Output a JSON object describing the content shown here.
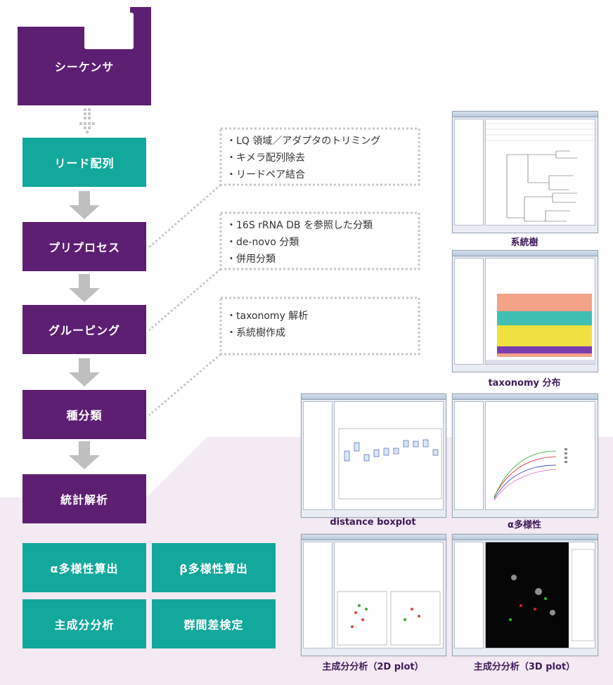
{
  "flow": {
    "sequencer": "シーケンサ",
    "read_seq": "リード配列",
    "preprocess": "プリプロセス",
    "grouping": "グルーピング",
    "classification": "種分類",
    "stats": "統計解析"
  },
  "analyses": {
    "alpha": "α多様性算出",
    "beta": "β多様性算出",
    "pca": "主成分分析",
    "diff": "群間差検定"
  },
  "notes": {
    "preprocess": [
      "・LQ 領域／アダプタのトリミング",
      "・キメラ配列除去",
      "・リードペア結合"
    ],
    "grouping": [
      "・16S rRNA DB を参照した分類",
      "・de-novo 分類",
      "・併用分類"
    ],
    "classification": [
      "・taxonomy 解析",
      "・系統樹作成"
    ]
  },
  "captions": {
    "tree": "系統樹",
    "taxonomy": "taxonomy 分布",
    "boxplot": "distance boxplot",
    "alpha": "α多様性",
    "pca2d": "主成分分析（2D plot）",
    "pca3d": "主成分分析（3D plot）"
  },
  "colors": {
    "purple": "#5d1f72",
    "teal": "#13a89c",
    "teal_fold": "#7fd3cb",
    "purple_fold": "#c8b3d6",
    "arrow": "#bfbfbf",
    "pink_bg": "#f4eaf3"
  }
}
